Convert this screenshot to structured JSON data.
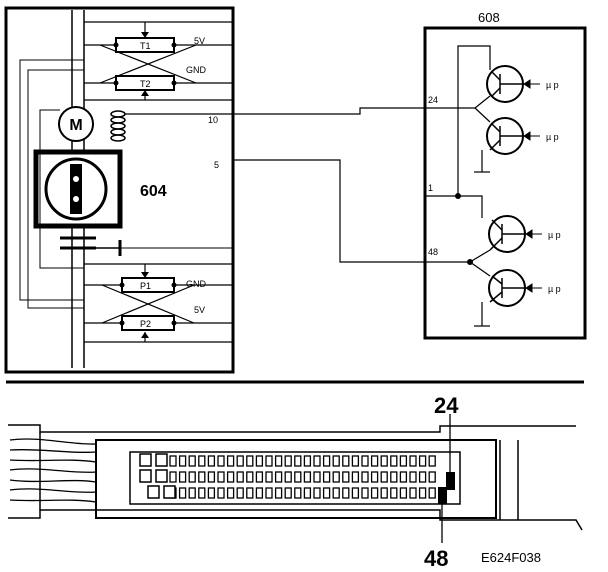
{
  "figure_id": "E624F038",
  "actuator": {
    "id": "604",
    "motor_symbol": "M",
    "feedback_upper": {
      "t1": "T1",
      "t2": "T2",
      "supply": "5V",
      "ground": "GND"
    },
    "feedback_lower": {
      "p1": "P1",
      "p2": "P2",
      "supply": "5V",
      "ground": "GND"
    },
    "wire_labels": {
      "coil": "10",
      "upper": "5"
    }
  },
  "control_module": {
    "id": "608",
    "pins": {
      "a": "24",
      "b": "1",
      "c": "48"
    },
    "driver_label": "µ p"
  },
  "connector": {
    "pin_callouts": [
      "24",
      "48"
    ]
  }
}
